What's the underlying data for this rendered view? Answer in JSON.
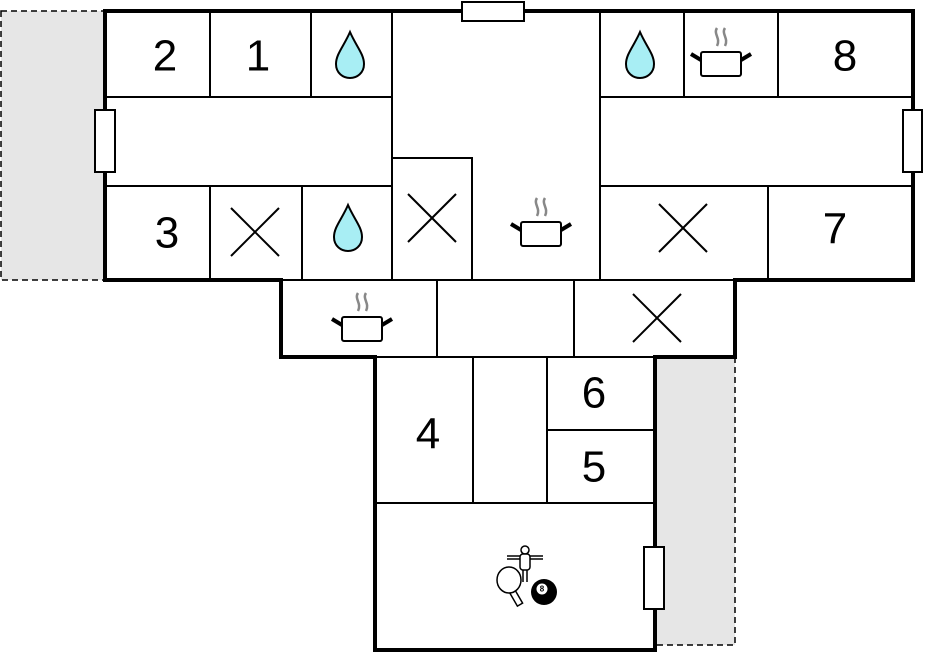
{
  "plan": {
    "rooms": [
      {
        "label": "2"
      },
      {
        "label": "1"
      },
      {
        "label": "8"
      },
      {
        "label": "3"
      },
      {
        "label": "7"
      },
      {
        "label": "4"
      },
      {
        "label": "6"
      },
      {
        "label": "5"
      }
    ],
    "game_ball_label": "8",
    "icons": [
      "water-drop-icon",
      "cooking-pot-icon",
      "cross-icon",
      "table-tennis-icon",
      "foosball-icon",
      "billiard-ball-icon"
    ],
    "colors": {
      "water": "#a8eef4",
      "terrace": "#e6e6e6",
      "wall": "#000000"
    }
  }
}
